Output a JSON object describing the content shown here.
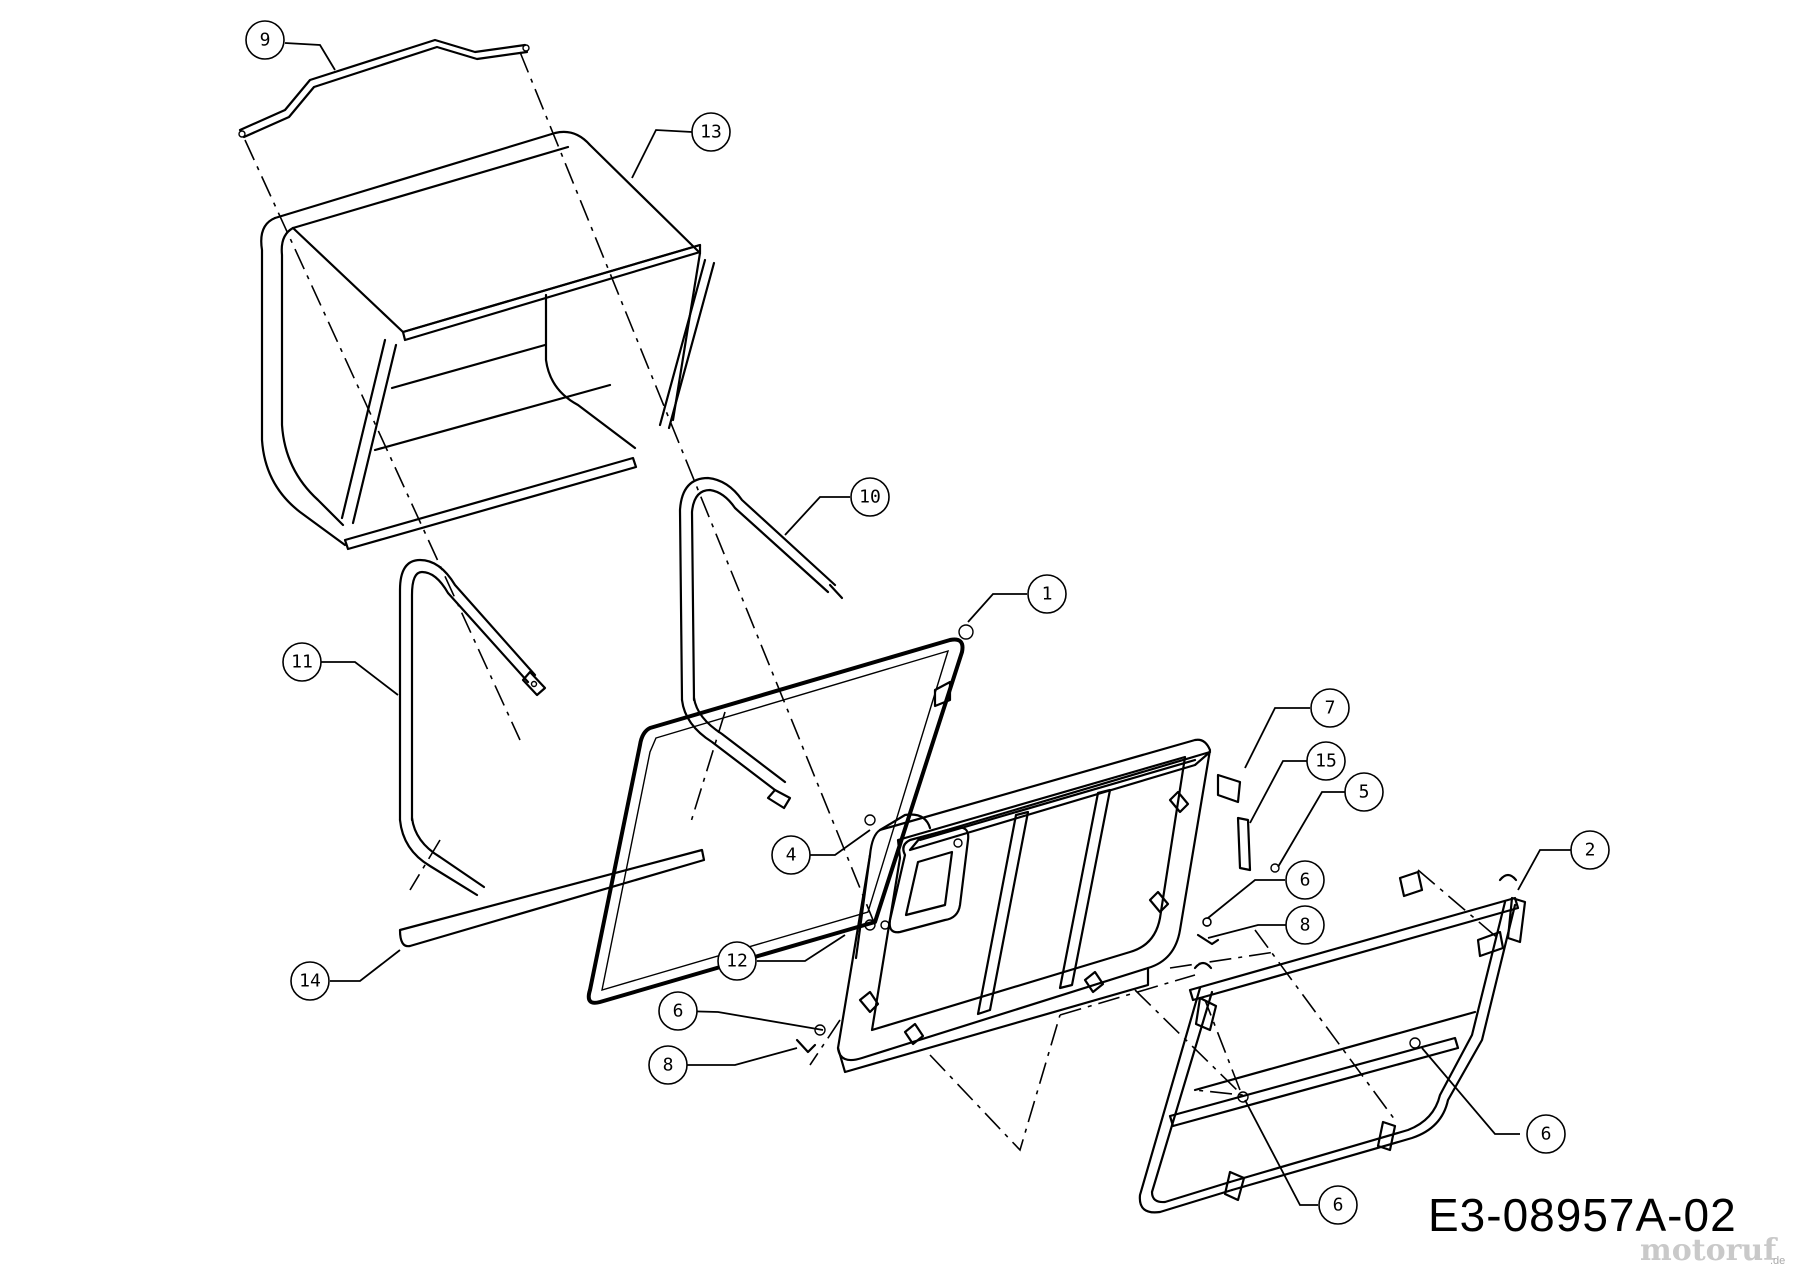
{
  "callouts": {
    "c1": "1",
    "c2": "2",
    "c4": "4",
    "c5": "5",
    "c6a": "6",
    "c6b": "6",
    "c6c": "6",
    "c6d": "6",
    "c7": "7",
    "c8a": "8",
    "c8b": "8",
    "c9": "9",
    "c10": "10",
    "c11": "11",
    "c12": "12",
    "c13": "13",
    "c14": "14",
    "c15": "15"
  },
  "drawing_number": "E3-08957A-02",
  "watermark": {
    "brand": "motoruf",
    "suffix": ".de"
  }
}
